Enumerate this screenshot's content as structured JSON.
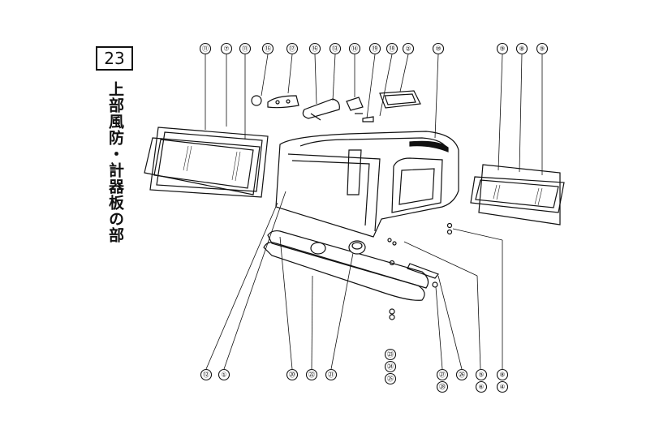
{
  "page": {
    "plate_number": "23",
    "title": "上部風防・計器板の部"
  },
  "callouts": {
    "top": [
      "⑪",
      "⑦",
      "⑪",
      "⑮",
      "⑰",
      "⑯",
      "⑬",
      "⑭",
      "⑲",
      "⑱",
      "②",
      "⑩",
      "⑨",
      "⑧",
      "⑨"
    ],
    "bottom": [
      "⑫",
      "①",
      "⑳",
      "㉒",
      "㉑",
      "㉓",
      "㉔",
      "㉕",
      "㉗",
      "㉘",
      "㉖",
      "⑤",
      "⑥",
      "⑧",
      "④"
    ]
  }
}
